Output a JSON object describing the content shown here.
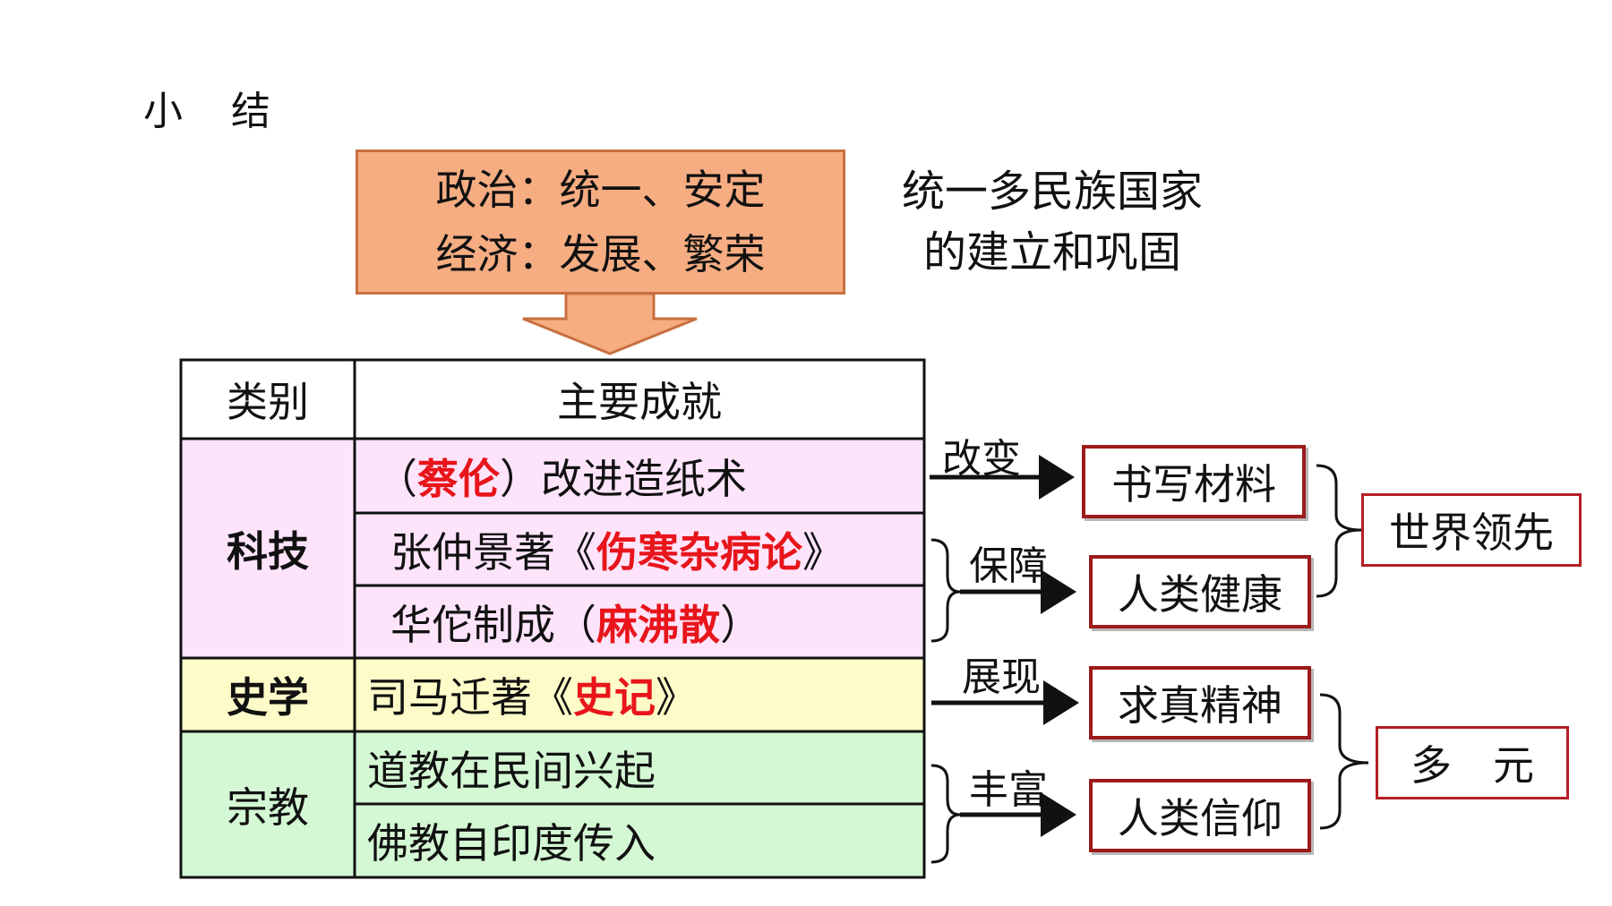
{
  "title": "小  结",
  "top_box": {
    "line1": "政治：统一、安定",
    "line2": "经济：发展、繁荣"
  },
  "top_note": {
    "line1": "统一多民族国家",
    "line2": "的建立和巩固"
  },
  "table": {
    "header": {
      "category": "类别",
      "achievement": "主要成就"
    },
    "tech": {
      "category": "科技",
      "row1": {
        "pre": "（ ",
        "red": "蔡伦",
        "post": "）改进造纸术"
      },
      "row2": {
        "pre": "张仲景著《 ",
        "red": "伤寒杂病论",
        "post": "》"
      },
      "row3": {
        "pre": "华佗制成（ ",
        "red": "麻沸散",
        "post": "）"
      }
    },
    "history": {
      "category": "史学",
      "row1": {
        "pre": "司马迁著《 ",
        "red": "史记",
        "post": "》"
      }
    },
    "religion": {
      "category": "宗教",
      "row1": "道教在民间兴起",
      "row2": "佛教自印度传入"
    }
  },
  "verbs": {
    "v1": "改变",
    "v2": "保障",
    "v3": "展现",
    "v4": "丰富"
  },
  "result_boxes": {
    "b1": "书写材料",
    "b2": "人类健康",
    "b3": "求真精神",
    "b4": "人类信仰"
  },
  "summary_boxes": {
    "s1": "世界领先",
    "s2": "多　元"
  },
  "colors": {
    "top_fill": "#f6ad82",
    "tech_fill": "#fde4fb",
    "history_fill": "#fdfcc9",
    "religion_fill": "#d4f7d4",
    "highlight": "#e8151b",
    "box_border": "#9c1b1b"
  }
}
